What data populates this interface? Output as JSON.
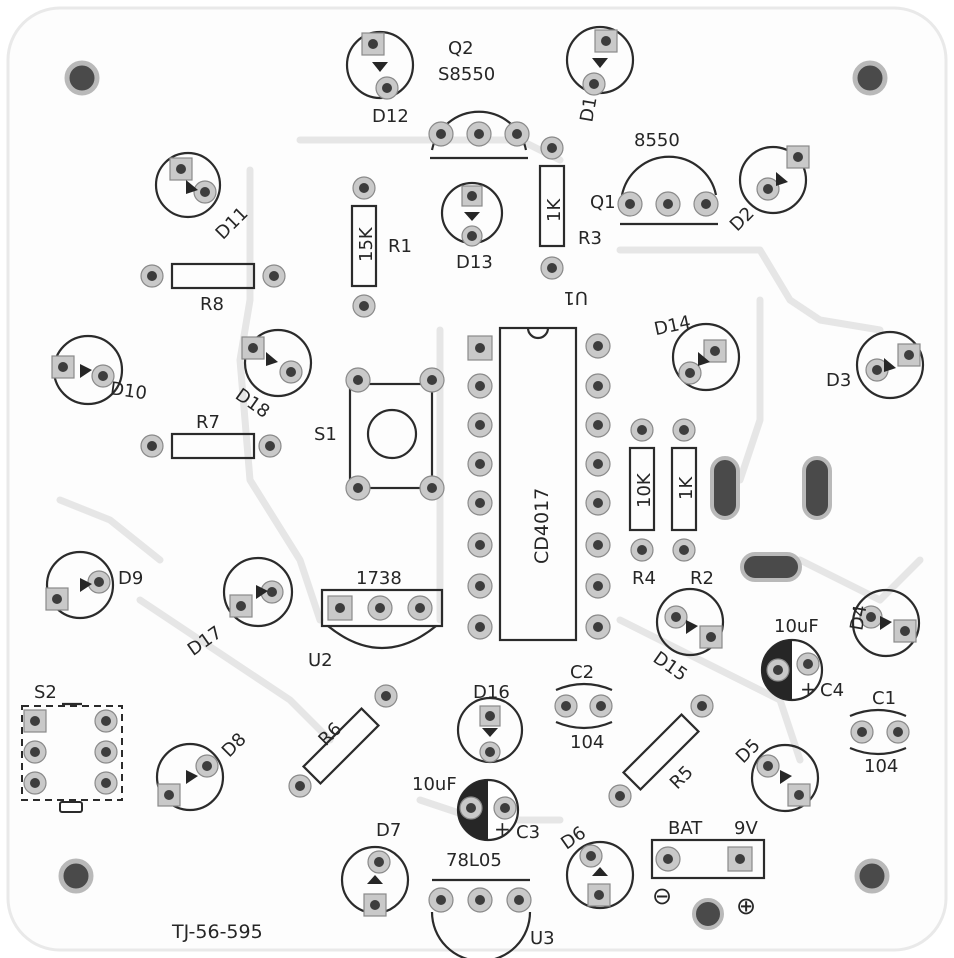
{
  "board": {
    "code": "TJ-56-595",
    "bg_color": "#ffffff",
    "board_color": "#fdfdfd",
    "silk_color": "#262626",
    "pad_color": "#c9c9c9"
  },
  "labels": {
    "q2": "Q2",
    "q2_part": "S8550",
    "q1": "Q1",
    "q1_part": "8550",
    "d12": "D12",
    "d1": "D1",
    "d11": "D11",
    "d2": "D2",
    "d13": "D13",
    "r1": "R1",
    "r1_value": "15K",
    "r3": "R3",
    "r3_value": "1K",
    "r8": "R8",
    "u1": "U1",
    "d14": "D14",
    "d3": "D3",
    "d10": "D10",
    "d18": "D18",
    "r7": "R7",
    "s1": "S1",
    "ic": "CD4017",
    "r4": "R4",
    "r4_value": "10K",
    "r2": "R2",
    "r2_value": "1K",
    "d9": "D9",
    "d17": "D17",
    "u2_part": "1738",
    "u2": "U2",
    "d15": "D15",
    "d4": "D4",
    "c4_value": "10uF",
    "c4": "C4",
    "s2": "S2",
    "d16": "D16",
    "c2": "C2",
    "c2_value": "104",
    "c1": "C1",
    "c1_value": "104",
    "d8": "D8",
    "r6": "R6",
    "r5": "R5",
    "d5": "D5",
    "c3_value": "10uF",
    "c3": "C3",
    "plus": "+",
    "d7": "D7",
    "d6": "D6",
    "u3_part": "78L05",
    "u3": "U3",
    "bat": "BAT",
    "bat_voltage": "9V",
    "minus_symbol": "⊖",
    "plus_symbol": "⊕"
  }
}
